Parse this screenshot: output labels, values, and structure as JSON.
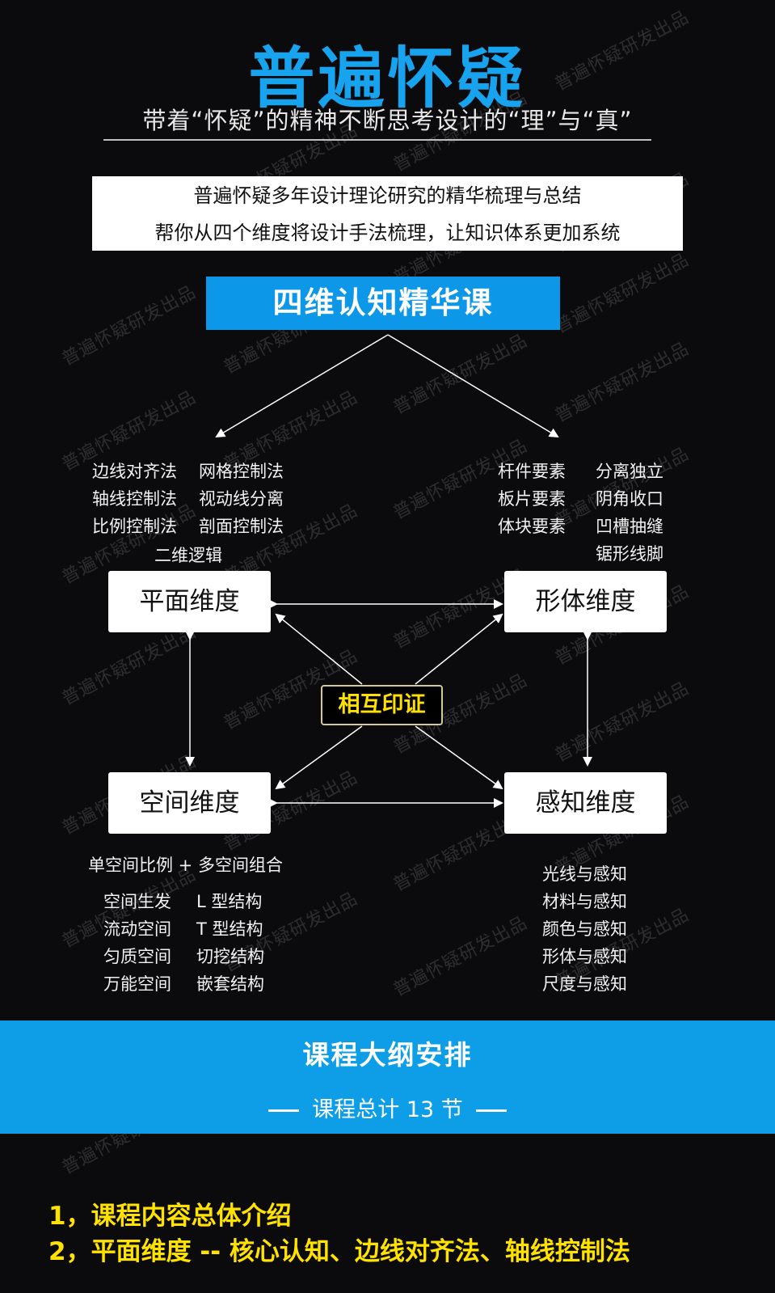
{
  "header": {
    "title": "普遍怀疑",
    "subtitle": "带着“怀疑”的精神不断思考设计的“理”与“真”"
  },
  "intro": {
    "line1": "普遍怀疑多年设计理论研究的精华梳理与总结",
    "line2": "帮你从四个维度将设计手法梳理，让知识体系更加系统"
  },
  "course_banner": "四维认知精华课",
  "watermark_text": "普遍怀疑研发出品",
  "center_badge": "相互印证",
  "dimensions": {
    "plane": {
      "label": "平面维度",
      "methods_left": [
        "边线对齐法",
        "轴线控制法",
        "比例控制法"
      ],
      "methods_right": [
        "网格控制法",
        "视动线分离",
        "剖面控制法"
      ],
      "footer": "二维逻辑"
    },
    "form": {
      "label": "形体维度",
      "elements_left": [
        "杆件要素",
        "板片要素",
        "体块要素"
      ],
      "elements_right": [
        "分离独立",
        "阴角收口",
        "凹槽抽缝",
        "锯形线脚"
      ]
    },
    "space": {
      "label": "空间维度",
      "header": "单空间比例 + 多空间组合",
      "items_left": [
        "空间生发",
        "流动空间",
        "匀质空间",
        "万能空间"
      ],
      "items_right": [
        "L 型结构",
        "T 型结构",
        "切挖结构",
        "嵌套结构"
      ]
    },
    "perception": {
      "label": "感知维度",
      "items": [
        "光线与感知",
        "材料与感知",
        "颜色与感知",
        "形体与感知",
        "尺度与感知"
      ]
    }
  },
  "outline": {
    "title": "课程大纲安排",
    "total": "课程总计 13 节",
    "lessons": [
      "1，课程内容总体介绍",
      "2，平面维度 -- 核心认知、边线对齐法、轴线控制法"
    ]
  },
  "colors": {
    "background": "#0b0b0d",
    "accent_blue": "#17a3ee",
    "banner_blue": "#0d97e8",
    "highlight_yellow": "#ffe200"
  }
}
